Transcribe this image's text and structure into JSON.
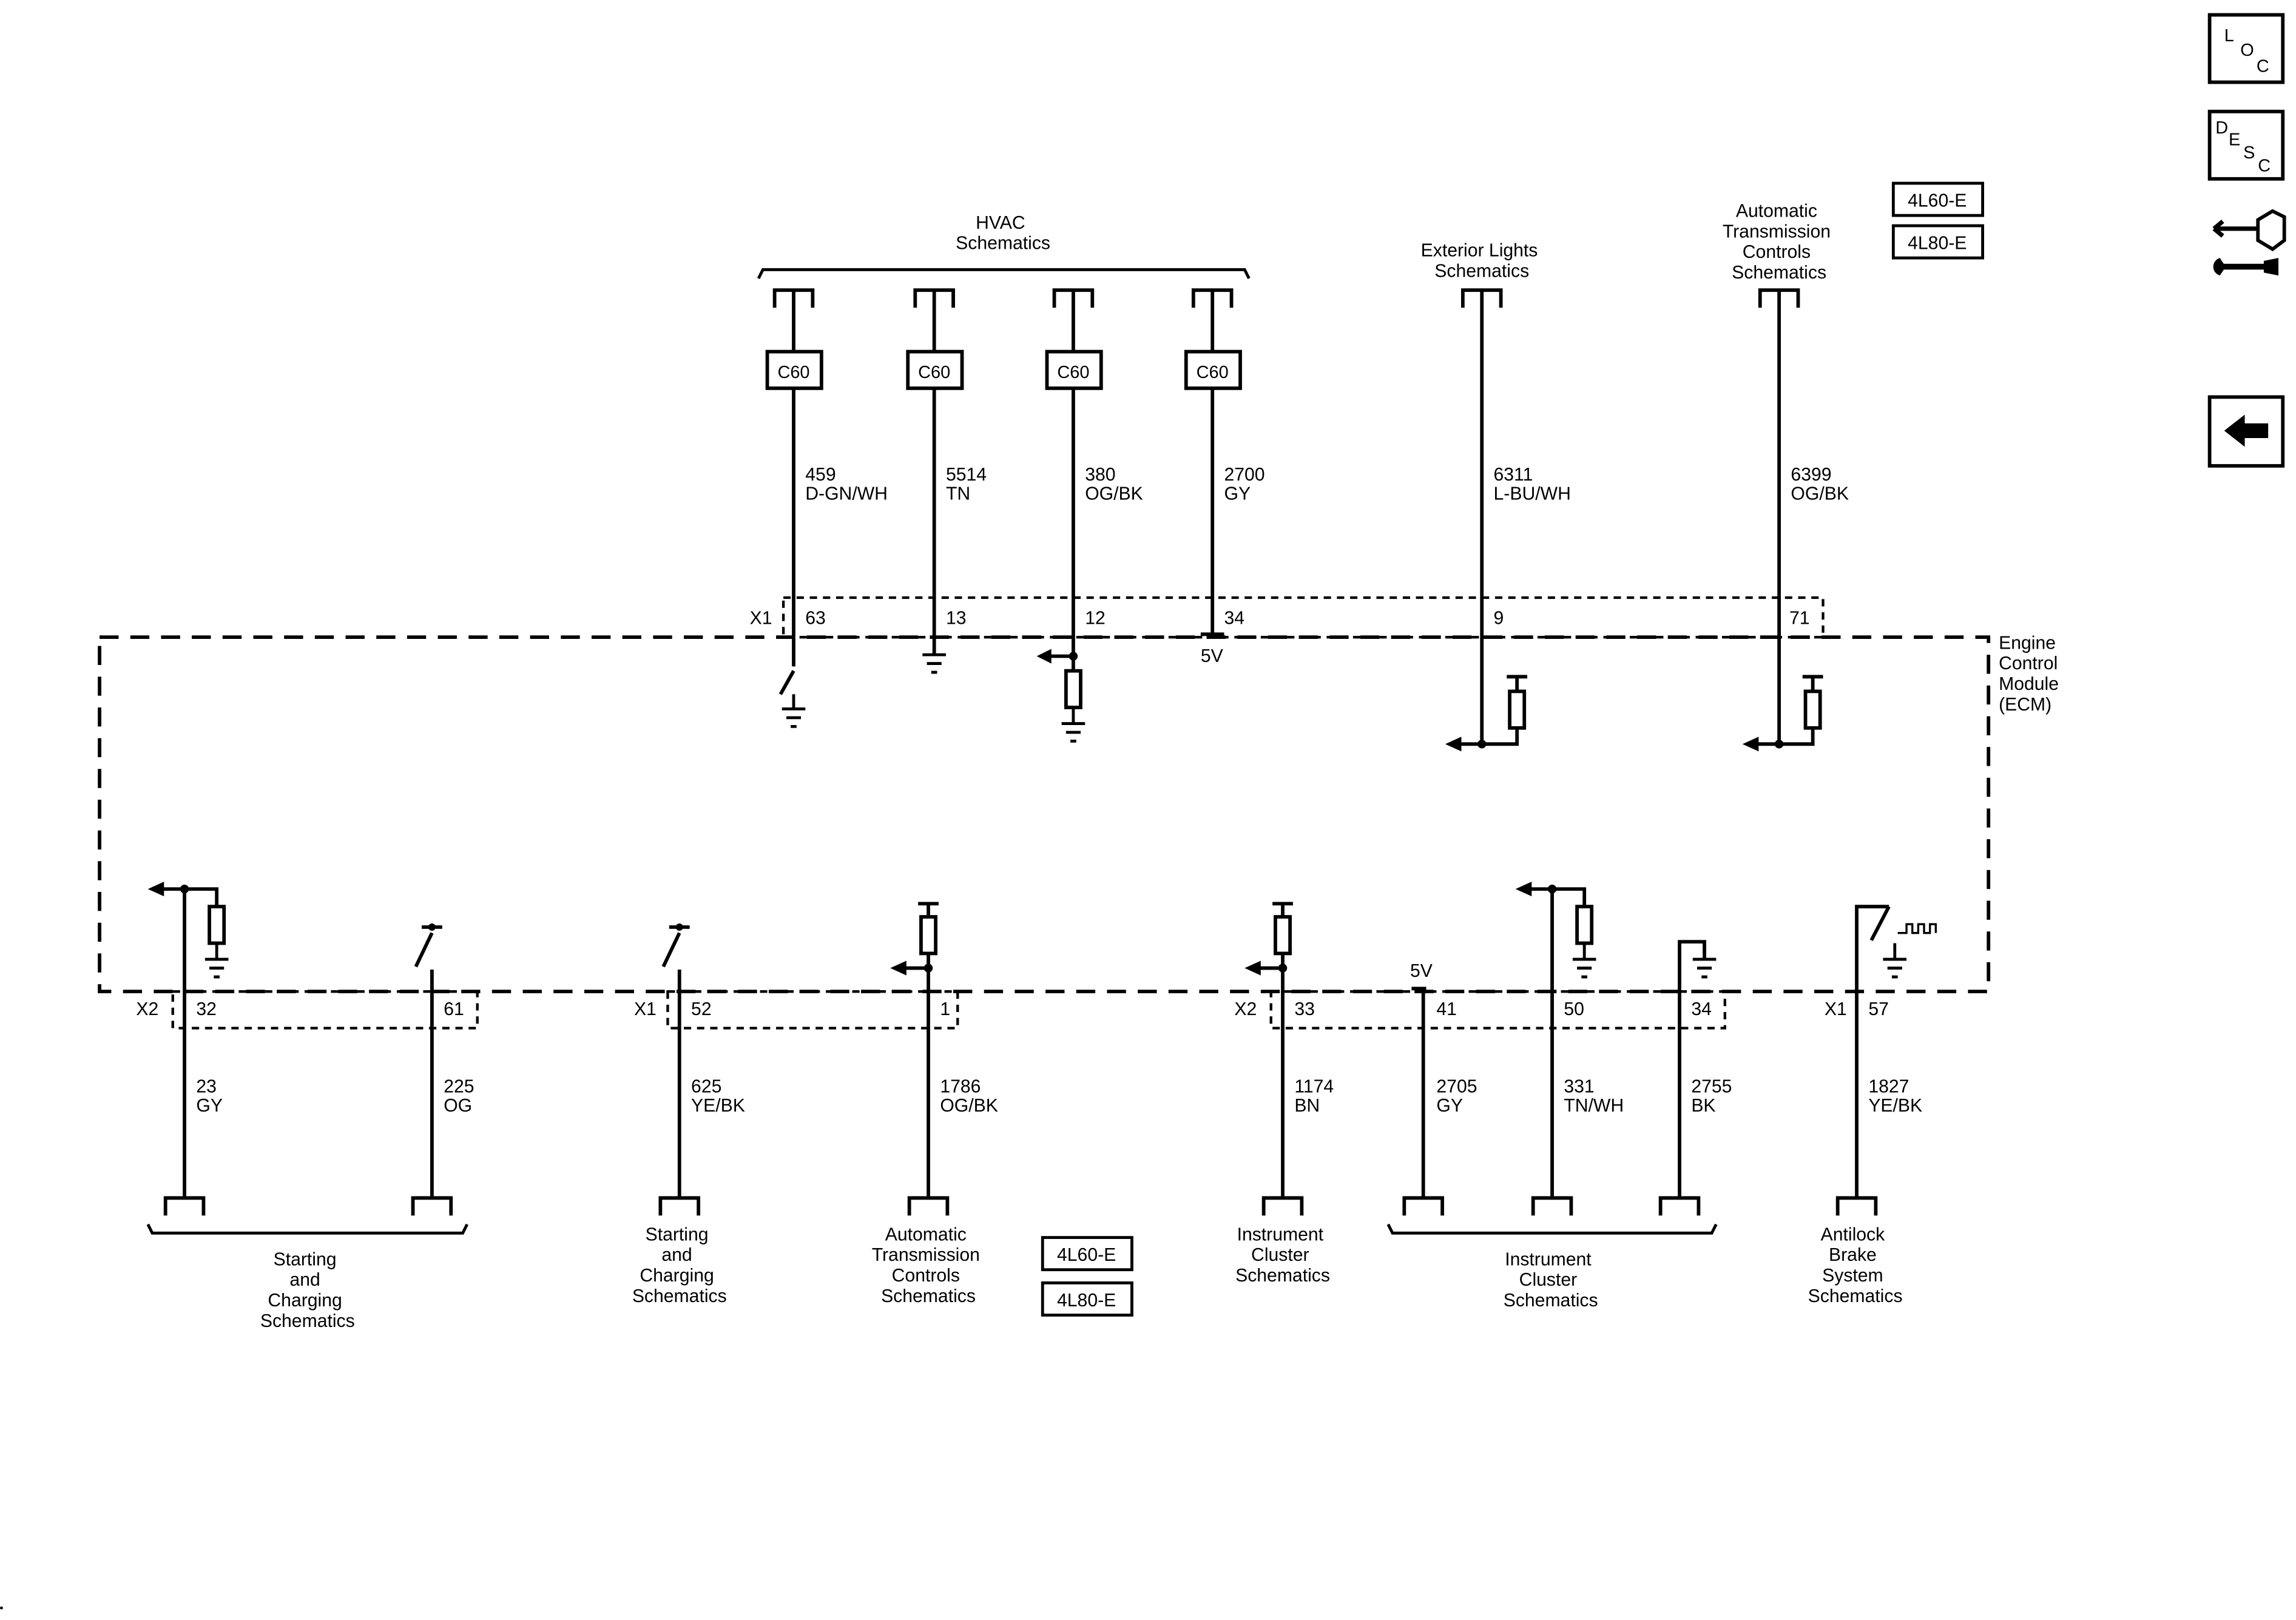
{
  "module": {
    "label_lines": [
      "Engine",
      "Control",
      "Module",
      "(ECM)"
    ]
  },
  "top_groups": [
    {
      "id": "hvac",
      "title_lines": [
        "HVAC",
        "Schematics"
      ]
    },
    {
      "id": "ext-lights",
      "title_lines": [
        "Exterior Lights",
        "Schematics"
      ]
    },
    {
      "id": "atc-top",
      "title_lines": [
        "Automatic",
        "Transmission",
        "Controls",
        "Schematics"
      ]
    }
  ],
  "top_connector": {
    "label": "X1"
  },
  "top_circuits": [
    {
      "id": "459",
      "splice": "C60",
      "circuit": "459",
      "color": "D-GN/WH",
      "pin": "63"
    },
    {
      "id": "5514",
      "splice": "C60",
      "circuit": "5514",
      "color": "TN",
      "pin": "13"
    },
    {
      "id": "380",
      "splice": "C60",
      "circuit": "380",
      "color": "OG/BK",
      "pin": "12"
    },
    {
      "id": "2700",
      "splice": "C60",
      "circuit": "2700",
      "color": "GY",
      "pin": "34",
      "internal_label": "5V"
    },
    {
      "id": "6311",
      "circuit": "6311",
      "color": "L-BU/WH",
      "pin": "9"
    },
    {
      "id": "6399",
      "circuit": "6399",
      "color": "OG/BK",
      "pin": "71"
    }
  ],
  "bottom_connectors": [
    {
      "id": "x2-left",
      "label": "X2"
    },
    {
      "id": "x1-mid",
      "label": "X1"
    },
    {
      "id": "x2-right",
      "label": "X2"
    },
    {
      "id": "x1-right",
      "label": "X1"
    }
  ],
  "bottom_circuits": [
    {
      "id": "23",
      "pin": "32",
      "circuit": "23",
      "color": "GY"
    },
    {
      "id": "225",
      "pin": "61",
      "circuit": "225",
      "color": "OG"
    },
    {
      "id": "625",
      "pin": "52",
      "circuit": "625",
      "color": "YE/BK"
    },
    {
      "id": "1786",
      "pin": "1",
      "circuit": "1786",
      "color": "OG/BK"
    },
    {
      "id": "1174",
      "pin": "33",
      "circuit": "1174",
      "color": "BN"
    },
    {
      "id": "2705",
      "pin": "41",
      "circuit": "2705",
      "color": "GY",
      "internal_label": "5V"
    },
    {
      "id": "331",
      "pin": "50",
      "circuit": "331",
      "color": "TN/WH"
    },
    {
      "id": "2755",
      "pin": "34",
      "circuit": "2755",
      "color": "BK"
    },
    {
      "id": "1827",
      "pin": "57",
      "circuit": "1827",
      "color": "YE/BK"
    }
  ],
  "bottom_groups": [
    {
      "id": "start-charge-1",
      "title_lines": [
        "Starting",
        "and",
        "Charging",
        "Schematics"
      ]
    },
    {
      "id": "start-charge-2",
      "title_lines": [
        "Starting",
        "and",
        "Charging",
        "Schematics"
      ]
    },
    {
      "id": "atc-bottom",
      "title_lines": [
        "Automatic",
        "Transmission",
        "Controls",
        "Schematics"
      ]
    },
    {
      "id": "ic-1",
      "title_lines": [
        "Instrument",
        "Cluster",
        "Schematics"
      ]
    },
    {
      "id": "ic-2",
      "title_lines": [
        "Instrument",
        "Cluster",
        "Schematics"
      ]
    },
    {
      "id": "abs",
      "title_lines": [
        "Antilock",
        "Brake",
        "System",
        "Schematics"
      ]
    }
  ],
  "option_boxes": {
    "top": [
      "4L60-E",
      "4L80-E"
    ],
    "bottom": [
      "4L60-E",
      "4L80-E"
    ]
  },
  "nav": {
    "loc": [
      "L",
      "O",
      "C"
    ],
    "desc": [
      "D",
      "E",
      "S",
      "C"
    ],
    "tool_icon": "connector-wrench-icon",
    "back_icon": "left-arrow-icon"
  }
}
